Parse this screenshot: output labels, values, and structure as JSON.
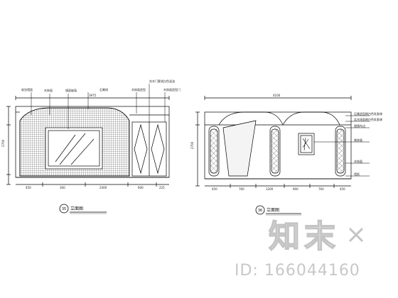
{
  "left_elevation": {
    "view_number": "35",
    "title": "立面图",
    "dim_top": "3975",
    "dim_left": "2700",
    "callouts": [
      "软包墙面",
      "木饰面",
      "镜面玻璃",
      "石膏线",
      "木饰面造型",
      "实木门套线白色混油",
      "木饰面造型门"
    ],
    "bottom_dims": [
      "450",
      "300",
      "2400",
      "600",
      "225"
    ]
  },
  "right_elevation": {
    "view_number": "36",
    "title": "立面图",
    "dim_top": "4100",
    "dim_left": "2700",
    "callouts": [
      "石膏造型刷白色乳胶漆",
      "实木线条刷白色乳胶漆",
      "银镜车边",
      "装饰画",
      "木饰面",
      "墙纸"
    ],
    "bottom_dims": [
      "450",
      "760",
      "1200",
      "900",
      "760",
      "450"
    ]
  },
  "watermark": {
    "logo_text": "知末",
    "id_text": "ID: 166044160"
  }
}
